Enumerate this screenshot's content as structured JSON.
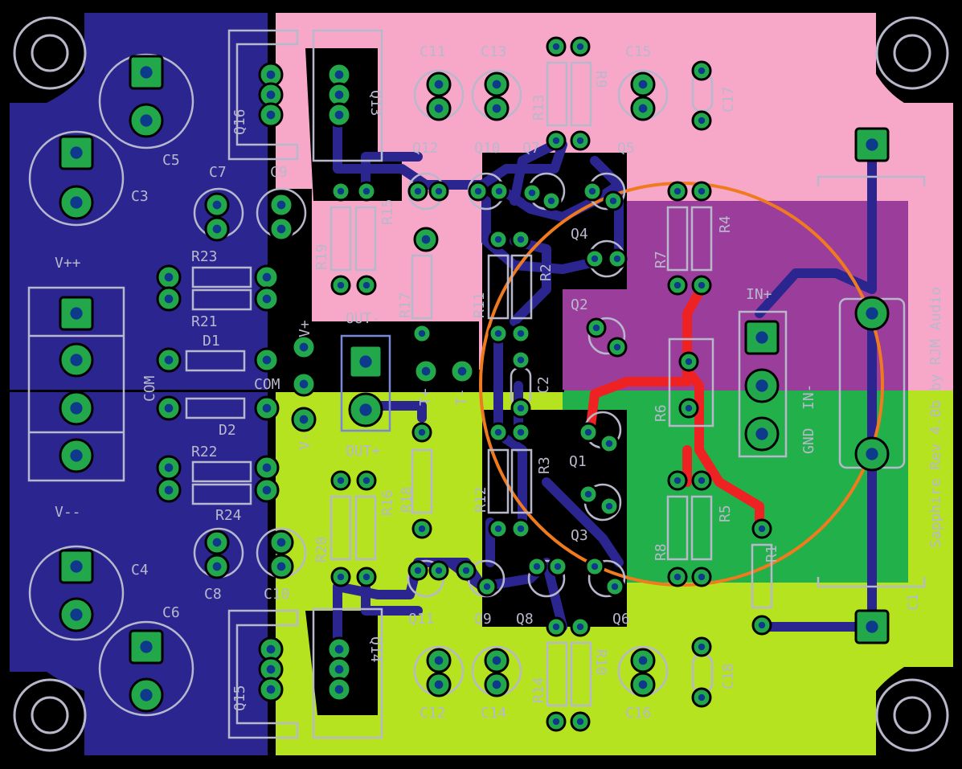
{
  "colors": {
    "background": "#000000",
    "zone_supply": "#2b2590",
    "zone_upper": "#f7a8c8",
    "zone_lower": "#b5e320",
    "zone_in_pos": "#9b3d9a",
    "zone_in_neg": "#22b04a",
    "trace": "#2b2590",
    "trace_red": "#ee2222",
    "pad": "#22a84a",
    "drill": "#0d3a8a",
    "silk": "#b8b8cc",
    "highlight": "#f07a1e"
  },
  "labels": {
    "title": "Sapphire Rev 4.0b by RJM Audio",
    "c1": "C1",
    "c2": "C2",
    "c3": "C3",
    "c4": "C4",
    "c5": "C5",
    "c6": "C6",
    "c7": "C7",
    "c8": "C8",
    "c9": "C9",
    "c10": "C10",
    "c11": "C11",
    "c12": "C12",
    "c13": "C13",
    "c14": "C14",
    "c15": "C15",
    "c16": "C16",
    "c17": "C17",
    "c18": "C18",
    "r1": "R1",
    "r2": "R2",
    "r3": "R3",
    "r4": "R4",
    "r5": "R5",
    "r6": "R6",
    "r7": "R7",
    "r8": "R8",
    "r9": "R9",
    "r10": "R10",
    "r11": "R11",
    "r12": "R12",
    "r13": "R13",
    "r14": "R14",
    "r15": "R15",
    "r16": "R16",
    "r17": "R17",
    "r18": "R18",
    "r19": "R19",
    "r20": "R20",
    "r21": "R21",
    "r22": "R22",
    "r23": "R23",
    "r24": "R24",
    "q1": "Q1",
    "q2": "Q2",
    "q3": "Q3",
    "q4": "Q4",
    "q5": "Q5",
    "q6": "Q6",
    "q7": "Q7",
    "q8": "Q8",
    "q9": "Q9",
    "q10": "Q10",
    "q11": "Q11",
    "q12": "Q12",
    "q13": "Q13",
    "q14": "Q14",
    "q15": "Q15",
    "q16": "Q16",
    "d1": "D1",
    "d2": "D2",
    "vpp": "V++",
    "vmm": "V--",
    "vp": "V+",
    "vm": "V-",
    "com1": "COM",
    "com2": "COM",
    "out_neg": "OUT-",
    "out_pos": "OUT+",
    "t_pos": "T+",
    "t_neg": "T-",
    "in_pos": "IN+",
    "in_neg": "IN-",
    "gnd": "GND"
  }
}
